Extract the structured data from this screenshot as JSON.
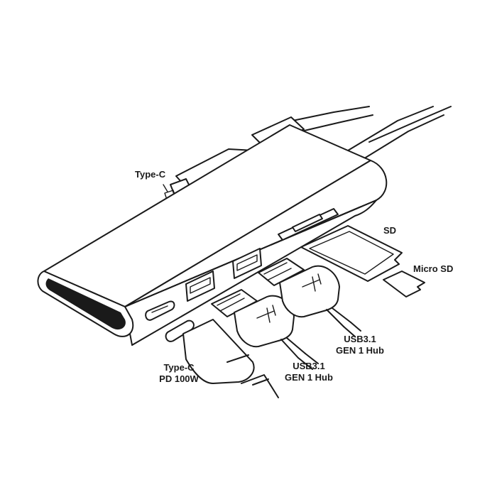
{
  "labels": {
    "type_c_top": "Type-C",
    "sd": "SD",
    "micro_sd": "Micro SD",
    "type_c_pd_line1": "Type-C",
    "type_c_pd_line2": "PD 100W",
    "usb_left_line1": "USB3.1",
    "usb_left_line2": "GEN 1 Hub",
    "usb_right_line1": "USB3.1",
    "usb_right_line2": "GEN 1 Hub"
  },
  "colors": {
    "stroke": "#1a1a1a",
    "background": "#ffffff"
  }
}
